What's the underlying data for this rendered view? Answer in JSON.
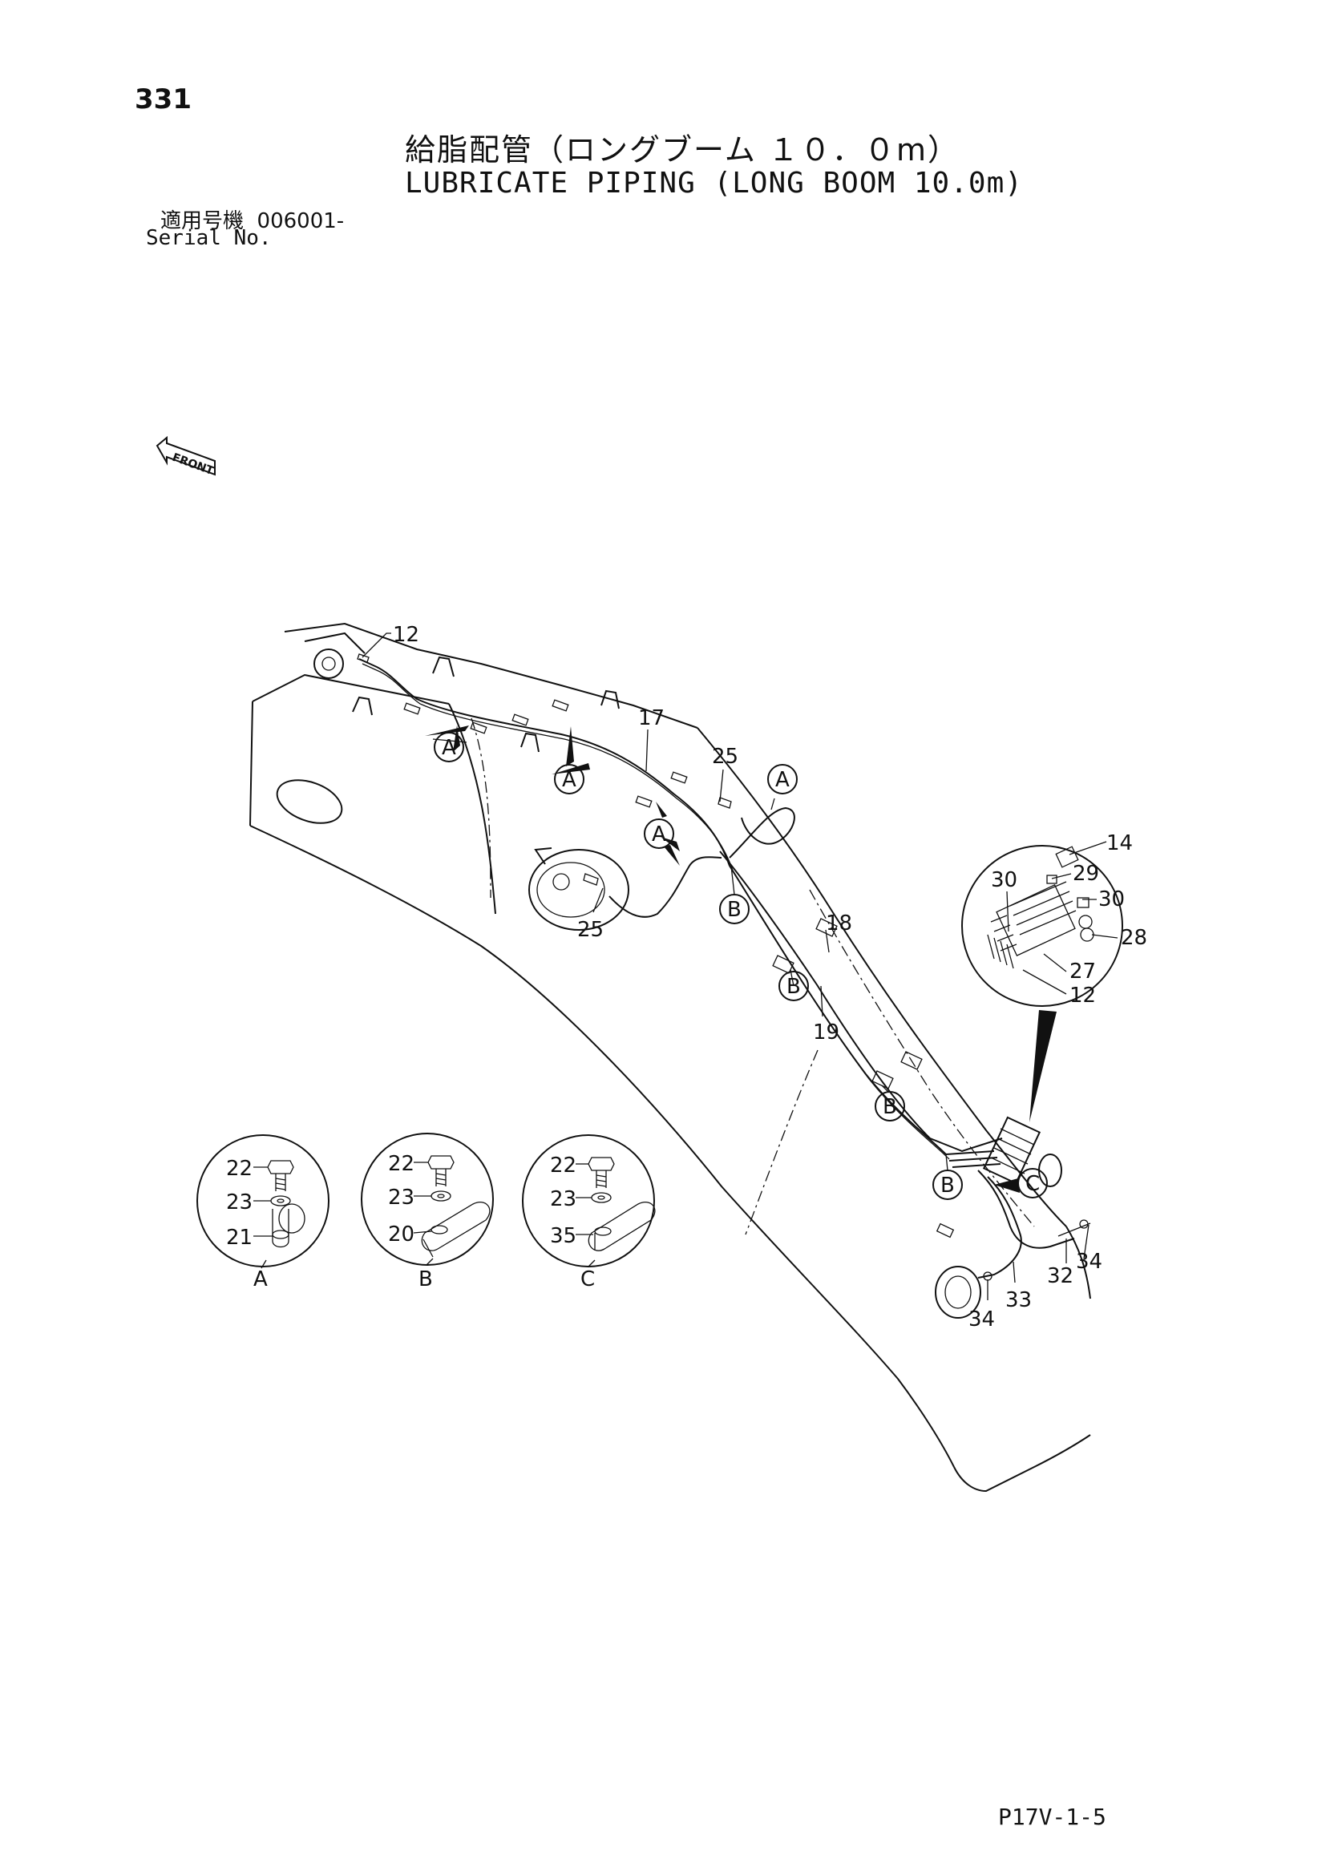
{
  "header": {
    "page_number": "331",
    "title_jp": "給脂配管（ロングブーム １０．０m）",
    "title_en": "LUBRICATE PIPING (LONG BOOM 10.0m)",
    "serial_label_jp": "適用号機",
    "serial_value": "006001-",
    "serial_label_en": "Serial No."
  },
  "diagram": {
    "front_label": "FRONT",
    "callouts": [
      "A",
      "B",
      "C"
    ],
    "part_numbers": [
      "12",
      "14",
      "17",
      "18",
      "19",
      "20",
      "21",
      "22",
      "23",
      "25",
      "27",
      "28",
      "29",
      "30",
      "32",
      "33",
      "34",
      "35"
    ],
    "detail_views": [
      {
        "view": "A",
        "parts": [
          "22",
          "23",
          "21"
        ]
      },
      {
        "view": "B",
        "parts": [
          "22",
          "23",
          "20"
        ]
      },
      {
        "view": "C",
        "parts": [
          "22",
          "23",
          "35"
        ]
      }
    ]
  },
  "footer": {
    "code": "P17V-1-5"
  }
}
